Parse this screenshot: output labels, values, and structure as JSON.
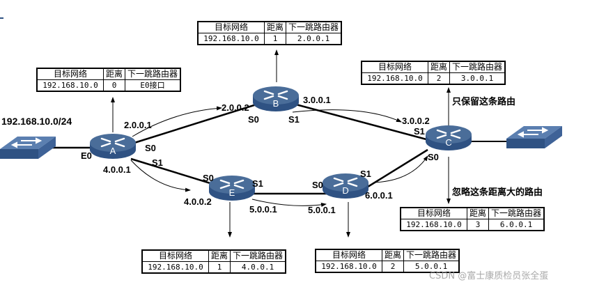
{
  "network_label": "192.168.10.0/24",
  "routers": [
    {
      "id": "A",
      "label": "A"
    },
    {
      "id": "B",
      "label": "B"
    },
    {
      "id": "C",
      "label": "C"
    },
    {
      "id": "D",
      "label": "D"
    },
    {
      "id": "E",
      "label": "E"
    }
  ],
  "interfaces": {
    "a_e0": "E0",
    "a_s0": "S0",
    "a_s1": "S1",
    "a_s0_ip": "2.0.0.1",
    "a_s1_ip": "4.0.0.1",
    "b_s0": "S0",
    "b_s1": "S1",
    "b_s0_ip": "2.0.0.2",
    "b_s1_ip": "3.0.0.1",
    "c_s1": "S1",
    "c_s0": "S0",
    "c_s1_ip": "3.0.0.2",
    "e_s0": "S0",
    "e_s1": "S1",
    "e_s0_ip": "4.0.0.2",
    "e_s1_ip": "5.0.0.1",
    "d_s0": "S0",
    "d_s1": "S1",
    "d_s0_ip": "5.0.0.1",
    "d_s1_ip": "6.0.0.1"
  },
  "table_headers": {
    "network": "目标网络",
    "distance": "距离",
    "next_hop": "下一跳路由器"
  },
  "routing_tables": {
    "A": {
      "network": "192.168.10.0",
      "distance": "0",
      "next_hop": "E0接口"
    },
    "B": {
      "network": "192.168.10.0",
      "distance": "1",
      "next_hop": "2.0.0.1"
    },
    "C_kept": {
      "network": "192.168.10.0",
      "distance": "2",
      "next_hop": "3.0.0.1"
    },
    "C_ignored": {
      "network": "192.168.10.0",
      "distance": "3",
      "next_hop": "6.0.0.1"
    },
    "E": {
      "network": "192.168.10.0",
      "distance": "1",
      "next_hop": "4.0.0.1"
    },
    "D": {
      "network": "192.168.10.0",
      "distance": "2",
      "next_hop": "5.0.0.1"
    }
  },
  "annotations": {
    "keep_route": "只保留这条路由",
    "ignore_route": "忽略这条距离大的路由"
  },
  "watermark": "CSDN @富士康质检员张全蛋",
  "colors": {
    "router_top": "#4a6d99",
    "router_side": "#2f5283",
    "switch_top": "#5b7fb0",
    "switch_side": "#2f5283"
  }
}
